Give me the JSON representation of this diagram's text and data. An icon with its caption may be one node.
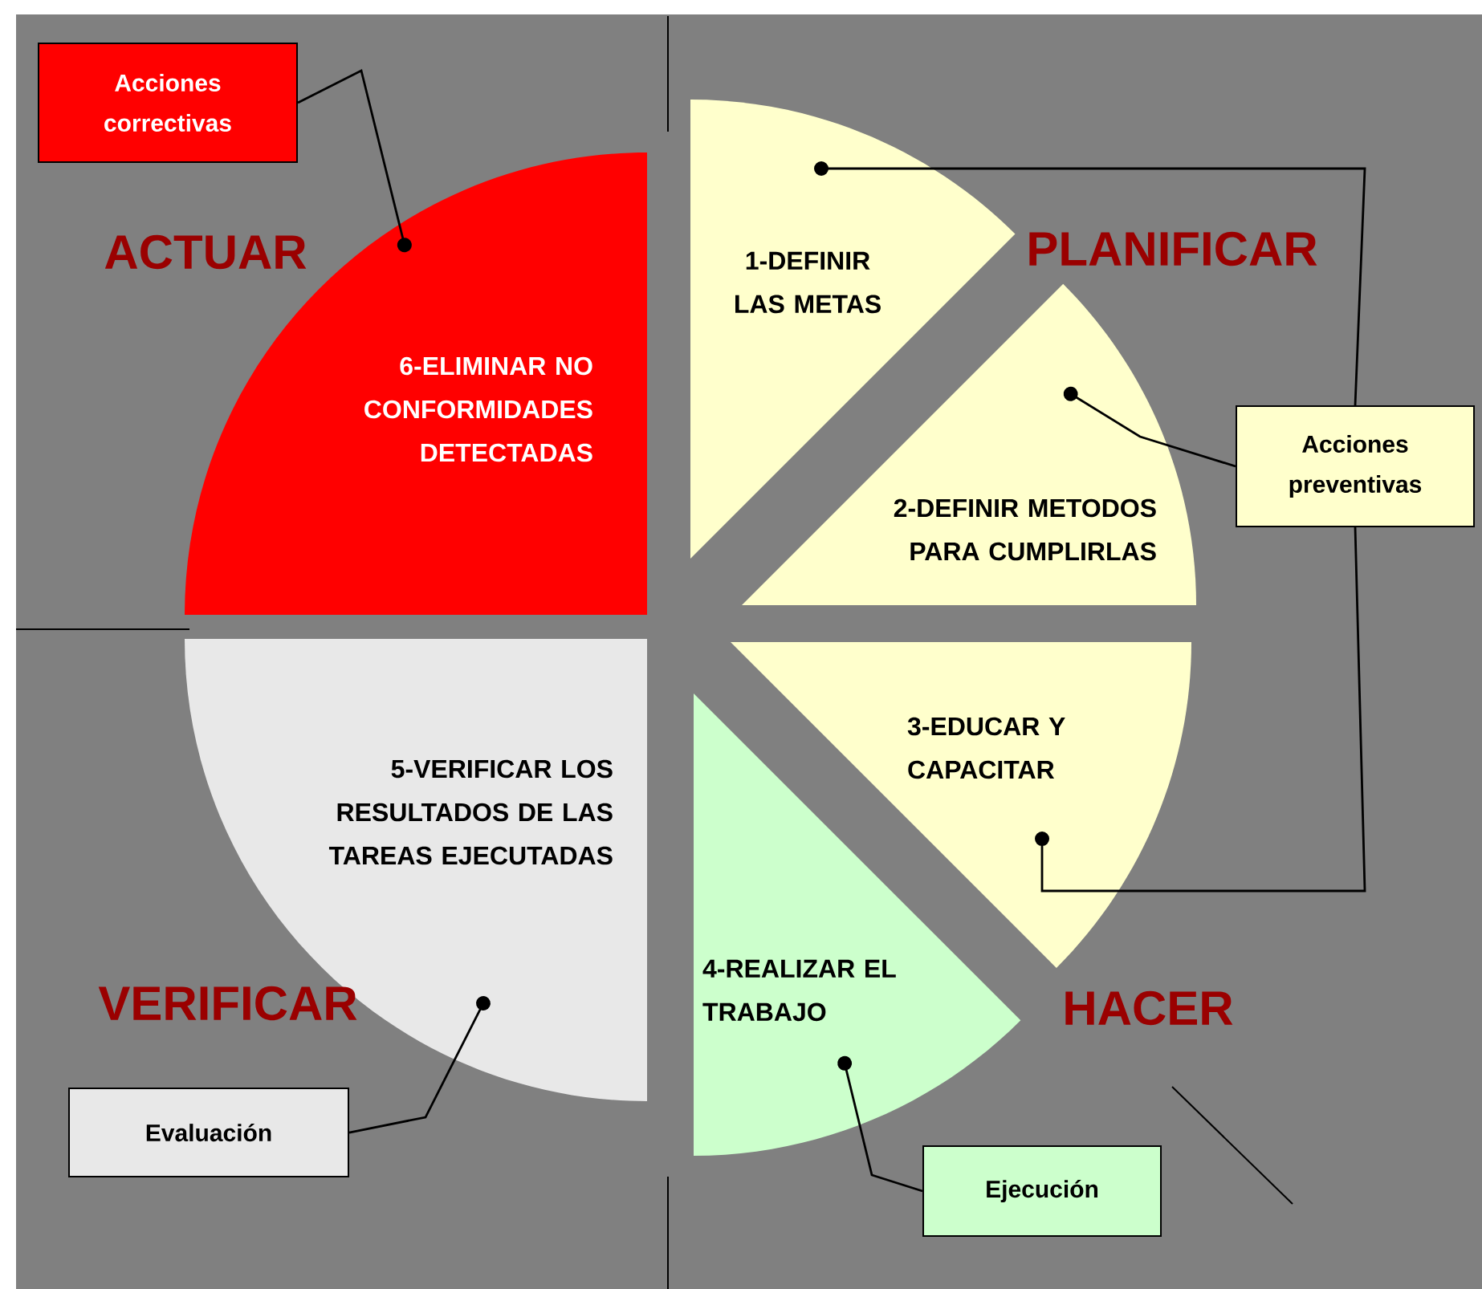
{
  "diagram": {
    "nodes": [
      {
        "text": [
          "Acciones correctivas"
        ]
      },
      {
        "text": [
          "6-ELIMINAR NO CONFORMIDADES DETECTADAS"
        ]
      },
      {
        "text": [
          "1-DEFINIR LAS METAS"
        ]
      },
      {
        "text": [
          "2-DEFINIR METODOS PARA CUMPLIRLAS"
        ]
      },
      {
        "text": [
          "Acciones preventivas"
        ]
      },
      {
        "text": [
          "3-EDUCAR Y CAPACITAR"
        ]
      },
      {
        "text": [
          "5-VERIFICAR LOS RESULTADOS DE LAS TAREAS EJECUTADAS"
        ]
      },
      {
        "text": [
          "4-REALIZAR EL TRABAJO"
        ]
      },
      {
        "text": [
          "Evaluación"
        ]
      },
      {
        "text": [
          "Ejecución"
        ]
      }
    ],
    "edges": [
      {
        "from": 0,
        "to": 1,
        "arrow": "other"
      },
      {
        "from": 4,
        "to": 2,
        "arrow": "other"
      },
      {
        "from": 4,
        "to": 3,
        "arrow": "other"
      },
      {
        "from": 4,
        "to": 5,
        "arrow": "other"
      },
      {
        "from": 8,
        "to": 6,
        "arrow": "other"
      },
      {
        "from": 9,
        "to": 7,
        "arrow": "other"
      }
    ],
    "labels": [
      "ACTUAR",
      "PLANIFICAR",
      "VERIFICAR",
      "HACER"
    ]
  }
}
